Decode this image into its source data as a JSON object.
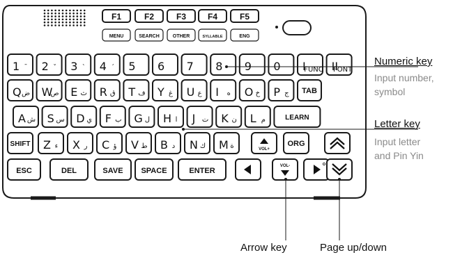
{
  "function_keys": [
    "F1",
    "F2",
    "F3",
    "F4",
    "F5"
  ],
  "mode_keys": [
    "MENU",
    "SEARCH",
    "OTHER",
    "SYLLABLE",
    "ENG"
  ],
  "row1": [
    {
      "main": "1",
      "sub": "¯"
    },
    {
      "main": "2",
      "sub": "ˇ"
    },
    {
      "main": "3",
      "sub": "`"
    },
    {
      "main": "4",
      "sub": "´"
    },
    {
      "main": "5",
      "sub": ""
    },
    {
      "main": "6",
      "sub": ""
    },
    {
      "main": "7",
      "sub": ""
    },
    {
      "main": "8",
      "sub": ""
    },
    {
      "main": "9",
      "sub": ""
    },
    {
      "main": "0",
      "sub": ""
    },
    {
      "main": "I",
      "sub": "FUNC"
    },
    {
      "main": "II",
      "sub": "FONT"
    }
  ],
  "row2": [
    {
      "main": "Q",
      "sub": "ض"
    },
    {
      "main": "W",
      "sub": "ص"
    },
    {
      "main": "E",
      "sub": "ث"
    },
    {
      "main": "R",
      "sub": "ق"
    },
    {
      "main": "T",
      "sub": "ف"
    },
    {
      "main": "Y",
      "sub": "غ"
    },
    {
      "main": "U",
      "sub": "ع"
    },
    {
      "main": "I",
      "sub": "ه"
    },
    {
      "main": "O",
      "sub": "خ"
    },
    {
      "main": "P",
      "sub": "ج"
    },
    {
      "main": "TAB",
      "sub": ""
    }
  ],
  "row3": [
    {
      "main": "A",
      "sub": "ش"
    },
    {
      "main": "S",
      "sub": "س"
    },
    {
      "main": "D",
      "sub": "ي"
    },
    {
      "main": "F",
      "sub": "ب"
    },
    {
      "main": "G",
      "sub": "ل"
    },
    {
      "main": "H",
      "sub": "ا"
    },
    {
      "main": "J",
      "sub": "ت"
    },
    {
      "main": "K",
      "sub": "ن"
    },
    {
      "main": "L",
      "sub": "م"
    },
    {
      "main": "LEARN",
      "sub": ""
    }
  ],
  "row4": [
    {
      "main": "SHIFT",
      "sub": ""
    },
    {
      "main": "Z",
      "sub": "ء"
    },
    {
      "main": "X",
      "sub": "ر"
    },
    {
      "main": "C",
      "sub": "ؤ"
    },
    {
      "main": "V",
      "sub": "ط"
    },
    {
      "main": "B",
      "sub": "د"
    },
    {
      "main": "N",
      "sub": "ك"
    },
    {
      "main": "M",
      "sub": "ة"
    },
    {
      "main": "VOL+",
      "sub": ""
    },
    {
      "main": "ORG",
      "sub": ""
    }
  ],
  "row5": [
    "ESC",
    "DEL",
    "SAVE",
    "SPACE",
    "ENTER",
    "VOL-"
  ],
  "callouts": {
    "numeric": {
      "title": "Numeric key",
      "desc_line1": "Input number,",
      "desc_line2": "symbol"
    },
    "letter": {
      "title": "Letter key",
      "desc_line1": "Input letter",
      "desc_line2": "and Pin Yin"
    },
    "arrow": "Arrow key",
    "page": "Page up/down"
  },
  "icons": {
    "speaker": "speaker-grille-icon",
    "up": "double-chevron-up-icon",
    "down": "double-chevron-down-icon",
    "left": "left-triangle-icon",
    "right": "right-triangle-icon"
  }
}
